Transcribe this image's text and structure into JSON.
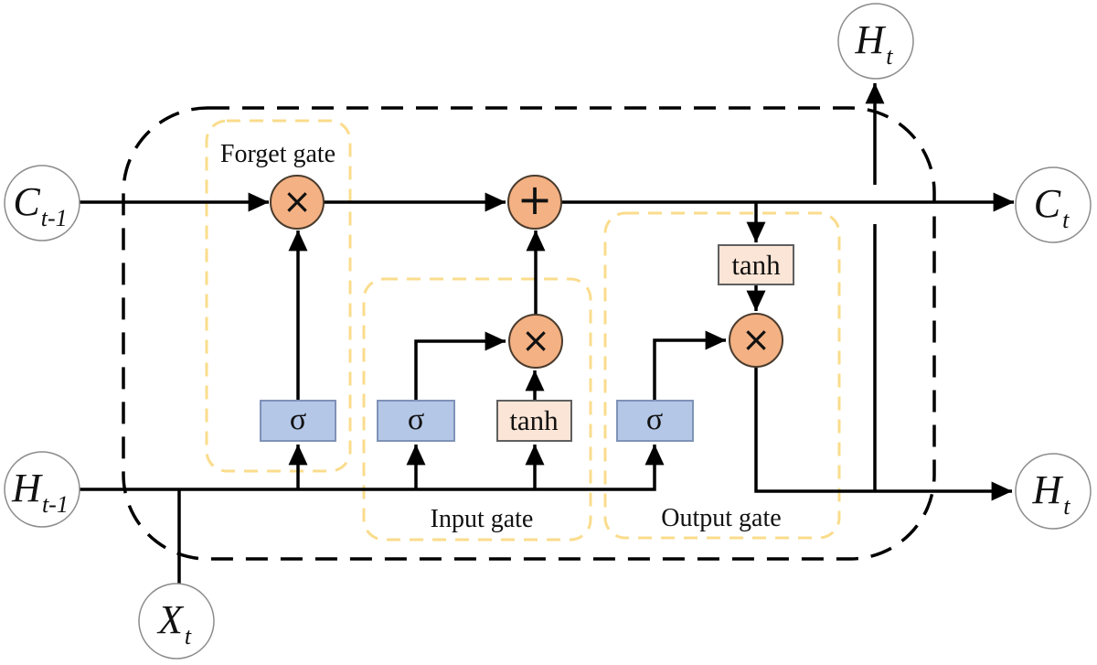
{
  "nodes": {
    "c_prev": {
      "base": "C",
      "sub": "t-1"
    },
    "h_prev": {
      "base": "H",
      "sub": "t-1"
    },
    "x_input": {
      "base": "X",
      "sub": "t"
    },
    "h_out_top": {
      "base": "H",
      "sub": "t"
    },
    "c_out": {
      "base": "C",
      "sub": "t"
    },
    "h_out_right": {
      "base": "H",
      "sub": "t"
    }
  },
  "gates": {
    "forget": {
      "label": "Forget gate"
    },
    "input": {
      "label": "Input gate"
    },
    "output": {
      "label": "Output gate"
    }
  },
  "activations": {
    "forget_sigma": {
      "label": "σ"
    },
    "input_sigma": {
      "label": "σ"
    },
    "input_tanh": {
      "label": "tanh"
    },
    "output_sigma": {
      "label": "σ"
    },
    "output_tanh": {
      "label": "tanh"
    }
  },
  "operations": {
    "forget_multiply": {
      "symbol": "×"
    },
    "cell_add": {
      "symbol": "+"
    },
    "input_multiply": {
      "symbol": "×"
    },
    "output_multiply": {
      "symbol": "×"
    }
  },
  "colors": {
    "operation_fill": "#F4B183",
    "operation_stroke": "#4A3B2D",
    "sigma_fill": "#B4C7E7",
    "sigma_stroke": "#7F93B8",
    "tanh_fill": "#FBE5D6",
    "tanh_stroke": "#5F5F5F",
    "gate_outline": "#FADC8C",
    "cell_outline": "#000000",
    "wire": "#000000",
    "node_fill": "#FFFFFF",
    "node_stroke": "#8C8C8C"
  }
}
